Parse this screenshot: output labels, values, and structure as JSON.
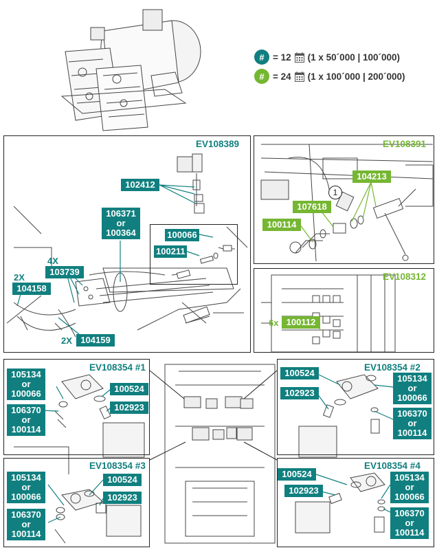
{
  "legend": {
    "rows": [
      {
        "symbol": "#",
        "color": "#117f7f",
        "equals": "= 12",
        "detail": "(1 x 50´000 | 100´000)"
      },
      {
        "symbol": "#",
        "color": "#75b632",
        "equals": "= 24",
        "detail": "(1 x 100´000 | 200´000)"
      }
    ]
  },
  "colors": {
    "teal": "#117f7f",
    "green": "#75b632"
  },
  "panels": {
    "ev108389": {
      "title": "EV108389",
      "parts": {
        "p102412": "102412",
        "p106371": "106371\nor\n100364",
        "p100066": "100066",
        "p100211": "100211",
        "p103739": "103739",
        "q4x": "4X",
        "p104158": "104158",
        "q2x_a": "2X",
        "p104159": "104159",
        "q2x_b": "2X"
      }
    },
    "ev108391": {
      "title": "EV108391",
      "callout": "1",
      "parts": {
        "p104213": "104213",
        "p107618": "107618",
        "p100114": "100114"
      }
    },
    "ev108312": {
      "title": "EV108312",
      "parts": {
        "q6x": "6x",
        "p100112": "100112"
      }
    },
    "ev108354_1": {
      "title": "EV108354 #1",
      "parts": {
        "pa": "105134\nor\n100066",
        "pb": "106370\nor\n100114",
        "pc": "100524",
        "pd": "102923"
      }
    },
    "ev108354_2": {
      "title": "EV108354 #2",
      "parts": {
        "pc": "100524",
        "pd": "102923",
        "pa": "105134\nor\n100066",
        "pb": "106370\nor\n100114"
      }
    },
    "ev108354_3": {
      "title": "EV108354 #3",
      "parts": {
        "pa": "105134\nor\n100066",
        "pb": "106370\nor\n100114",
        "pc": "100524",
        "pd": "102923"
      }
    },
    "ev108354_4": {
      "title": "EV108354 #4",
      "parts": {
        "pc": "100524",
        "pd": "102923",
        "pa": "105134\nor\n100066",
        "pb": "106370\nor\n100114"
      }
    }
  }
}
